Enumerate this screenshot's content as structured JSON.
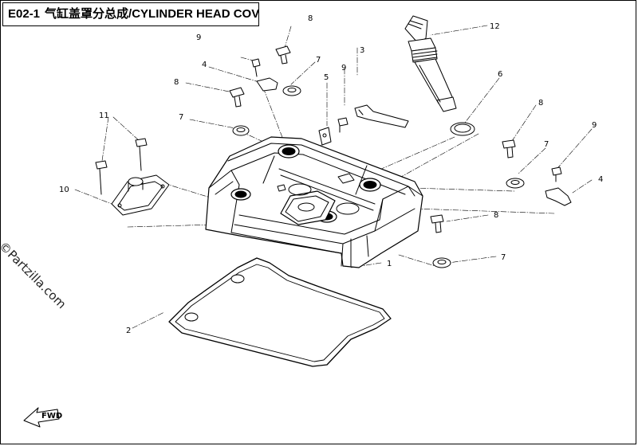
{
  "header": {
    "code": "E02-1",
    "chinese_title": "气缸盖罩分总成",
    "english_title": "/CYLINDER HEAD COVER"
  },
  "watermark": "©Partzilla.com",
  "fwd_label": "FWD",
  "callouts": {
    "c1": "1",
    "c2": "2",
    "c3": "3",
    "c4a": "4",
    "c4b": "4",
    "c5": "5",
    "c6": "6",
    "c7a": "7",
    "c7b": "7",
    "c7c": "7",
    "c7d": "7",
    "c8a": "8",
    "c8b": "8",
    "c8c": "8",
    "c8d": "8",
    "c9a": "9",
    "c9b": "9",
    "c9c": "9",
    "c10": "10",
    "c11": "11",
    "c12": "12"
  }
}
